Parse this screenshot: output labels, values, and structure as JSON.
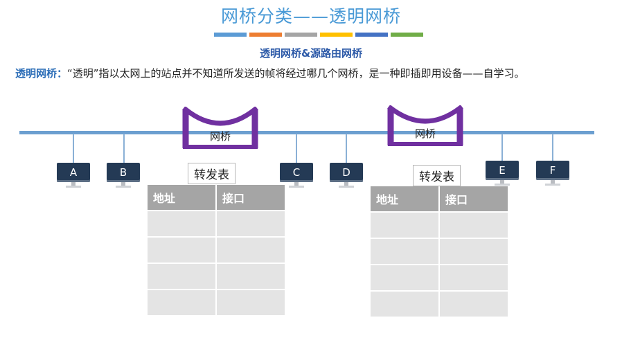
{
  "title": "网桥分类——透明网桥",
  "accent_colors": [
    "#5b9bd5",
    "#ed7d31",
    "#a5a5a5",
    "#ffc000",
    "#4472c4",
    "#70ad47"
  ],
  "subtitle": "透明网桥&源路由网桥",
  "description": {
    "term": "透明网桥：",
    "text": "“透明”指以太网上的站点并不知道所发送的帧将经过哪几个网桥，是一种即插即用设备——自学习。"
  },
  "diagram": {
    "bridges": [
      {
        "label": "网桥"
      },
      {
        "label": "网桥"
      }
    ],
    "hosts": [
      "A",
      "B",
      "C",
      "D",
      "E",
      "F"
    ],
    "forwarding_tables": [
      {
        "title": "转发表",
        "headers": [
          "地址",
          "接口"
        ],
        "rows": [
          [
            "",
            ""
          ],
          [
            "",
            ""
          ],
          [
            "",
            ""
          ],
          [
            "",
            ""
          ]
        ]
      },
      {
        "title": "转发表",
        "headers": [
          "地址",
          "接口"
        ],
        "rows": [
          [
            "",
            ""
          ],
          [
            "",
            ""
          ],
          [
            "",
            ""
          ],
          [
            "",
            ""
          ]
        ]
      }
    ]
  }
}
